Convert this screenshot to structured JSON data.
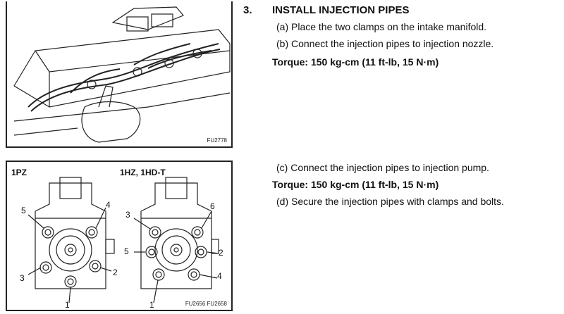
{
  "step": {
    "number": "3.",
    "title": "INSTALL INJECTION PIPES",
    "lines": [
      "(a)   Place the two clamps on the intake manifold.",
      "(b)   Connect the injection pipes to injection nozzle."
    ],
    "torque1": "Torque:   150 kg-cm (11 ft-lb, 15 N·m)",
    "line_c": "(c)   Connect the injection pipes to injection pump.",
    "torque2": "Torque:   150 kg-cm (11 ft-lb, 15 N·m)",
    "line_d": "(d)   Secure the injection pipes with clamps and bolts."
  },
  "figure_top": {
    "code": "FU2778"
  },
  "figure_bottom": {
    "code": "FU2656 FU2658",
    "left_label": "1PZ",
    "right_label": "1HZ,  1HD-T",
    "left_numbers": [
      "5",
      "4",
      "3",
      "2",
      "1"
    ],
    "right_numbers": [
      "3",
      "6",
      "5",
      "2",
      "4",
      "1"
    ]
  }
}
